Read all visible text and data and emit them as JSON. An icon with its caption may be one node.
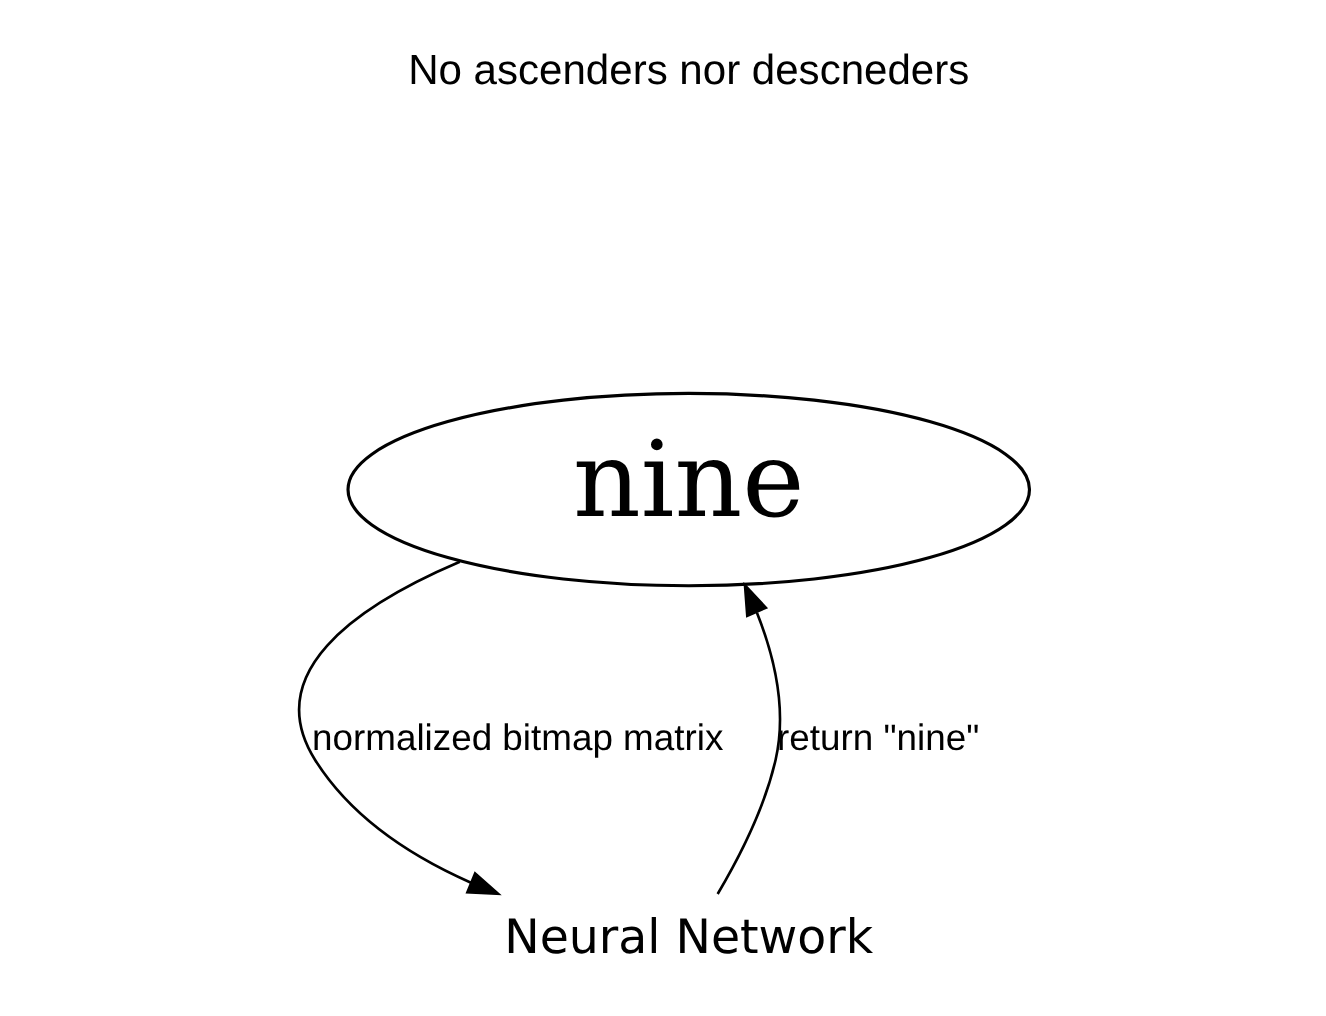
{
  "diagram": {
    "nodes": [
      {
        "text": [
          "nine"
        ]
      },
      {
        "text": [
          "Neural Network"
        ]
      }
    ],
    "edges": [
      {
        "from": 1,
        "to": 0,
        "arrow": "to",
        "label": "return \"nine\""
      },
      {
        "from": 0,
        "to": 1,
        "arrow": "to",
        "label": "normalized bitmap matrix"
      }
    ],
    "labels": [
      "No ascenders nor descneders"
    ]
  }
}
